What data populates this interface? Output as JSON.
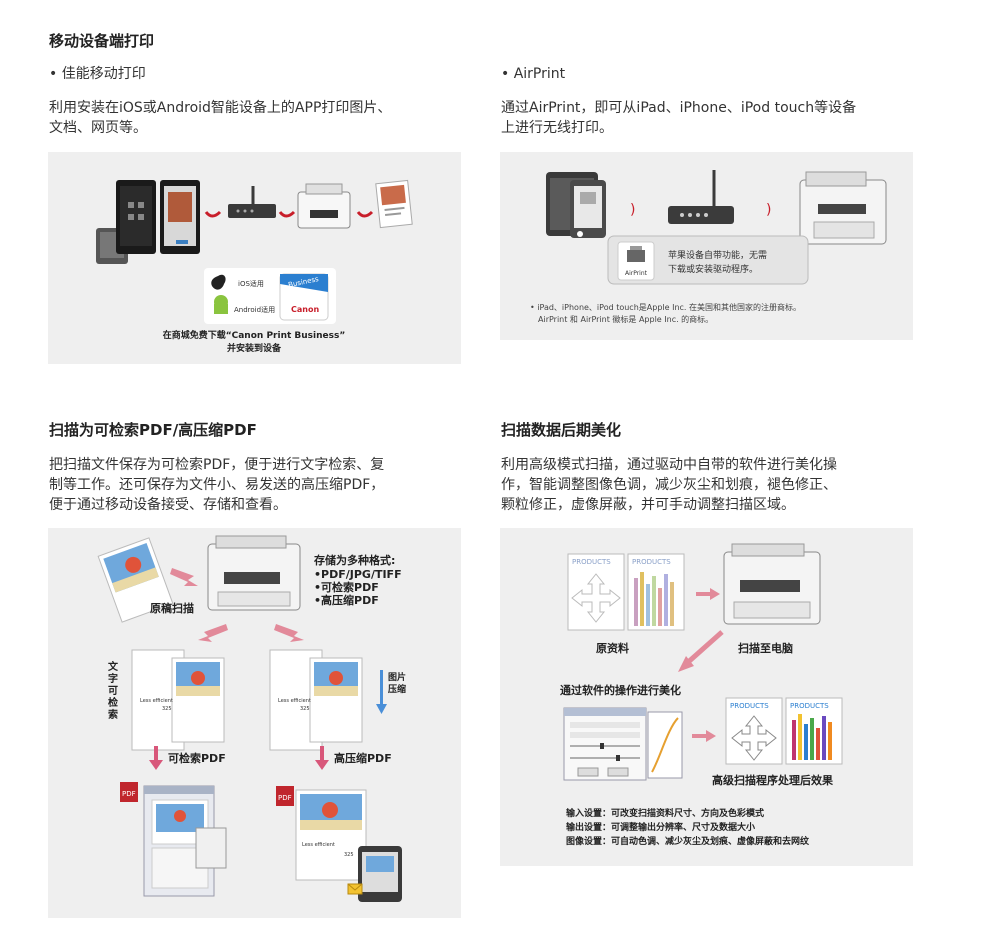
{
  "sec1": {
    "title": "移动设备端打印",
    "left": {
      "bullet": "• 佳能移动打印",
      "lines": [
        "利用安装在iOS或Android智能设备上的APP打印图片、",
        "文档、网页等。"
      ],
      "img": {
        "ios_label": "iOS适用",
        "android_label": "Android适用",
        "badge": "Business",
        "brand": "Canon",
        "caption1": "在商城免费下载“Canon Print Business”",
        "caption2": "并安装到设备"
      }
    },
    "right": {
      "bullet": "• AirPrint",
      "lines": [
        "通过AirPrint，即可从iPad、iPhone、iPod touch等设备",
        "上进行无线打印。"
      ],
      "img": {
        "airprint_label": "AirPrint",
        "callout1": "苹果设备自带功能，无需",
        "callout2": "下载或安装驱动程序。",
        "note1": "• iPad、iPhone、iPod touch是Apple Inc. 在美国和其他国家的注册商标。",
        "note2": "AirPrint 和 AirPrint 徽标是 Apple Inc. 的商标。"
      }
    }
  },
  "sec2": {
    "left": {
      "title": "扫描为可检索PDF/高压缩PDF",
      "lines": [
        "把扫描文件保存为可检索PDF，便于进行文字检索、复",
        "制等工作。还可保存为文件小、易发送的高压缩PDF，",
        "便于通过移动设备接受、存储和查看。"
      ],
      "img": {
        "formats_title": "存储为多种格式:",
        "format1": "•PDF/JPG/TIFF",
        "format2": "•可检索PDF",
        "format3": "•高压缩PDF",
        "original": "原稿扫描",
        "text_search": [
          "文",
          "字",
          "可",
          "检",
          "索"
        ],
        "image_compress": [
          "图片",
          "压缩"
        ],
        "doc_text": "Less efficient",
        "doc_num": "325",
        "out1": "可检索PDF",
        "out2": "高压缩PDF",
        "pdf_tag": "PDF"
      }
    },
    "right": {
      "title": "扫描数据后期美化",
      "lines": [
        "利用高级模式扫描，通过驱动中自带的软件进行美化操",
        "作，智能调整图像色调，减少灰尘和划痕，褪色修正、",
        "颗粒修正，虚像屏蔽，并可手动调整扫描区域。"
      ],
      "img": {
        "products": "PRODUCTS",
        "source": "原资料",
        "scan_to_pc": "扫描至电脑",
        "beautify": "通过软件的操作进行美化",
        "result": "高级扫描程序处理后效果",
        "info1": "输入设置：可改变扫描资料尺寸、方向及色彩模式",
        "info2": "输出设置：可调整输出分辨率、尺寸及数据大小",
        "info3": "图像设置：可自动色调、减少灰尘及划痕、虚像屏蔽和去网纹"
      }
    }
  }
}
